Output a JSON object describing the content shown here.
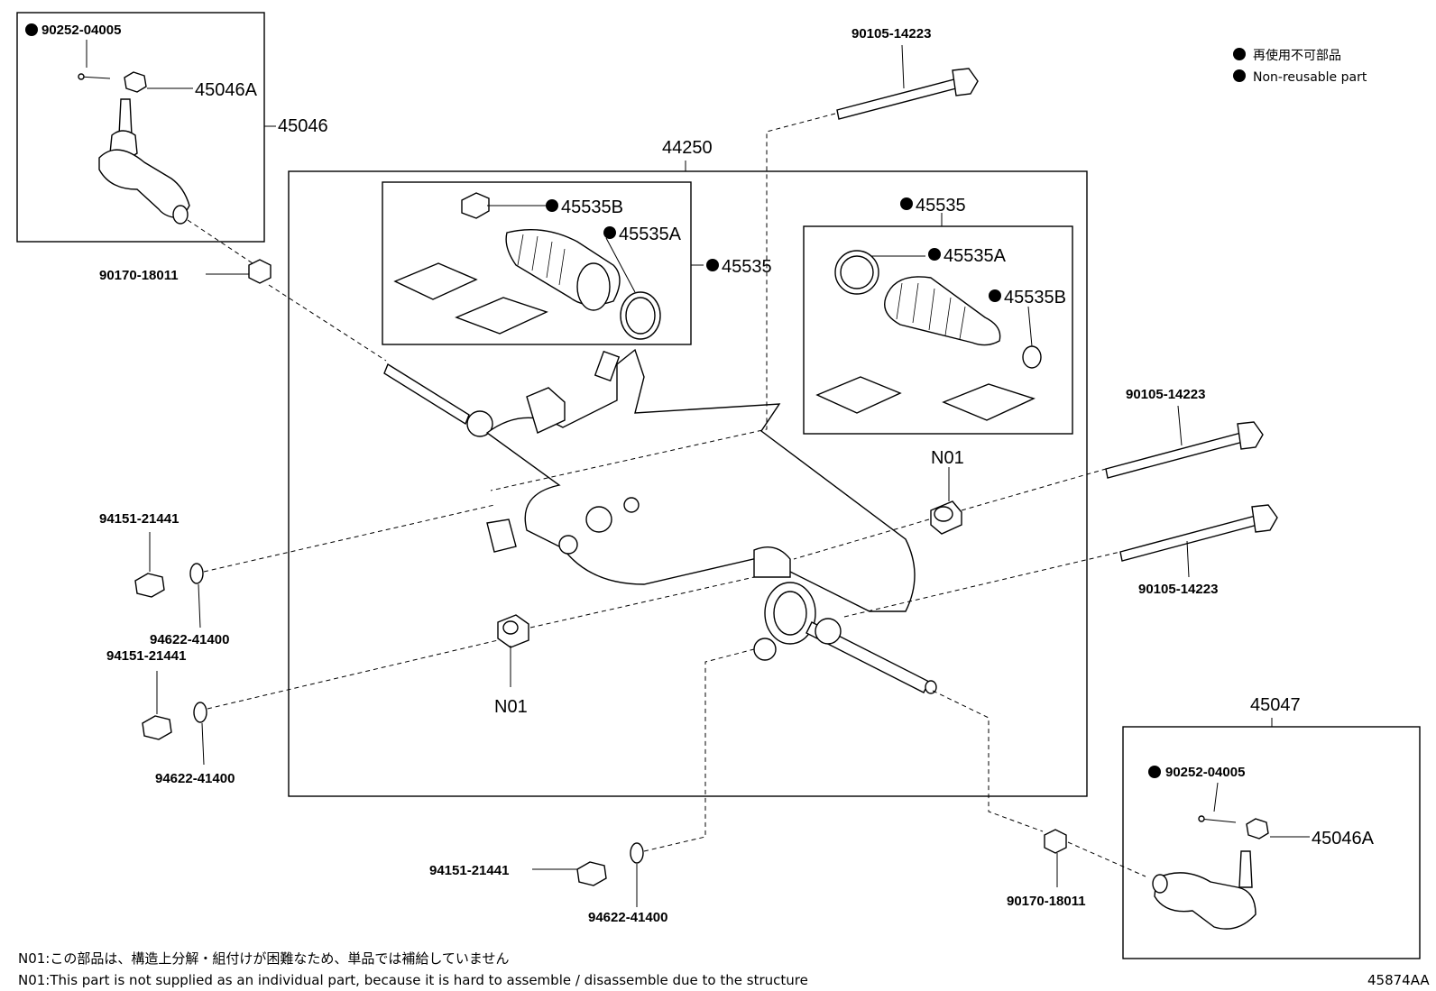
{
  "legend": {
    "ja": "再使用不可部品",
    "en": "Non-reusable part"
  },
  "labels": {
    "asm_44250": "44250",
    "tie_rod_lh": "45046",
    "tie_rod_rh": "45047",
    "cotter_lh": "90252-04005",
    "cotter_rh": "90252-04005",
    "nut_lh_upper": "45046A",
    "nut_rh_upper": "45046A",
    "jam_nut_lh": "90170-18011",
    "jam_nut_rh": "90170-18011",
    "boot_kit_lh": "45535",
    "boot_kit_rh": "45535",
    "clamp_b_lh": "45535B",
    "clamp_a_lh": "45535A",
    "clamp_a_rh": "45535A",
    "clamp_b_rh": "45535B",
    "bolt_top": "90105-14223",
    "bolt_right_1": "90105-14223",
    "bolt_right_2": "90105-14223",
    "grommet_left": "N01",
    "grommet_right": "N01",
    "nut_1": "94151-21441",
    "washer_1": "94622-41400",
    "nut_2": "94151-21441",
    "washer_2": "94622-41400",
    "nut_3": "94151-21441",
    "washer_3": "94622-41400"
  },
  "notes": {
    "ja": "N01:この部品は、構造上分解・組付けが困難なため、単品では補給していません",
    "en": "N01:This part is not supplied as an individual part, because it is hard to assemble / disassemble due to the structure"
  },
  "illustration_id": "45874AA"
}
